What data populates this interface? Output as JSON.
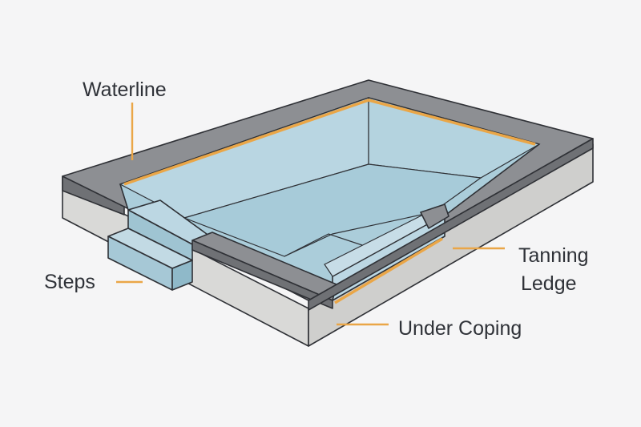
{
  "diagram": {
    "labels": {
      "waterline": "Waterline",
      "steps": "Steps",
      "tanning_ledge_line1": "Tanning",
      "tanning_ledge_line2": "Ledge",
      "under_coping": "Under Coping"
    },
    "colors": {
      "background": "#f5f5f6",
      "water": "#a9ccda",
      "water_light": "#bcd7e3",
      "coping_top": "#8a8c90",
      "coping_side": "#6f7175",
      "wall": "#d7d7d5",
      "wall_dark": "#c9c9c7",
      "highlight": "#eaa647",
      "outline": "#2f3136",
      "text": "#2f3238"
    }
  }
}
